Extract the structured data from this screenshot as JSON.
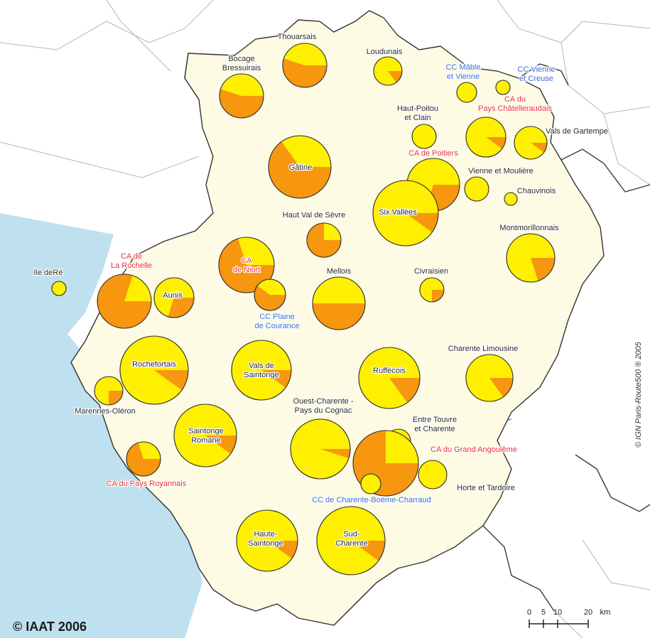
{
  "colors": {
    "sea": "#bfe0ee",
    "land": "#fdfbe4",
    "outside": "#ffffff",
    "border_dark": "#3a3a3a",
    "border_light": "#a8a8a8",
    "river": "#2f7fd8",
    "pie_main": "#ffef00",
    "pie_part": "#f7960f",
    "label_dark": "#2b2b2b",
    "label_red": "#e8303a",
    "label_blue": "#3d6fd1"
  },
  "credit": "© IAAT 2006",
  "source": "© IGN Paris-Route500 ® 2005",
  "scale": {
    "ticks": [
      "0",
      "5",
      "10",
      "20"
    ],
    "unit": "km"
  },
  "pie_legend": [
    "pie_main",
    "pie_part"
  ],
  "territories": [
    {
      "id": "thouarsais",
      "label": "Thouarsais",
      "label_color": "dark",
      "share": 0.55
    },
    {
      "id": "bocage-bressuirais",
      "label": "Bocage\nBressuirais",
      "label_color": "dark",
      "share": 0.55
    },
    {
      "id": "loudunais",
      "label": "Loudunais",
      "label_color": "dark",
      "share": 0.15
    },
    {
      "id": "cc-mable-et-vienne",
      "label": "CC Mâble\net Vienne",
      "label_color": "blue",
      "share": 0.0
    },
    {
      "id": "cc-vienne-et-creuse",
      "label": "CC Vienne\net Creuse",
      "label_color": "blue",
      "share": 0.0
    },
    {
      "id": "ca-pays-chatelleraudais",
      "label": "CA du\nPays Châtelleraudais",
      "label_color": "red",
      "share": 0.1
    },
    {
      "id": "haut-poitou-et-clain",
      "label": "Haut-Poitou\net Clain",
      "label_color": "dark",
      "share": 0.0
    },
    {
      "id": "vals-de-gartempe",
      "label": "Vals de Gartempe",
      "label_color": "dark",
      "share": 0.1
    },
    {
      "id": "gatine",
      "label": "Gâtine",
      "label_color": "dark",
      "share": 0.65
    },
    {
      "id": "ca-de-poitiers",
      "label": "CA de Poitiers",
      "label_color": "red",
      "share": 0.3
    },
    {
      "id": "vienne-et-mouliere",
      "label": "Vienne et Moulière",
      "label_color": "dark",
      "share": 0.0
    },
    {
      "id": "chauvinois",
      "label": "Chauvinois",
      "label_color": "dark",
      "share": 0.0
    },
    {
      "id": "six-vallees",
      "label": "Six Vallées",
      "label_color": "dark",
      "share": 0.1
    },
    {
      "id": "haut-val-de-sevre",
      "label": "Haut Val de Sèvre",
      "label_color": "dark",
      "share": 0.75
    },
    {
      "id": "montmorillonnais",
      "label": "Montmorillonnais",
      "label_color": "dark",
      "share": 0.2
    },
    {
      "id": "ca-de-la-rochelle",
      "label": "CA de\nLa Rochelle",
      "label_color": "red",
      "share": 0.8
    },
    {
      "id": "ca-de-niort",
      "label": "CA\nde Niort",
      "label_color": "red",
      "share": 0.7
    },
    {
      "id": "ile-de-re",
      "label": "Ile deRé",
      "label_color": "dark",
      "share": 0.0
    },
    {
      "id": "aunis",
      "label": "Aunis",
      "label_color": "dark",
      "share": 0.3
    },
    {
      "id": "mellois",
      "label": "Mellois",
      "label_color": "dark",
      "share": 0.5
    },
    {
      "id": "civraisien",
      "label": "Civraisien",
      "label_color": "dark",
      "share": 0.25
    },
    {
      "id": "cc-plaine-de-courance",
      "label": "CC Plaine\nde Courance",
      "label_color": "blue",
      "share": 0.6
    },
    {
      "id": "rochefortais",
      "label": "Rochefortais",
      "label_color": "dark",
      "share": 0.1
    },
    {
      "id": "vals-de-saintonge",
      "label": "Vals de\nSaintonge",
      "label_color": "dark",
      "share": 0.1
    },
    {
      "id": "ruffecois",
      "label": "Ruffécois",
      "label_color": "dark",
      "share": 0.15
    },
    {
      "id": "charente-limousine",
      "label": "Charente Limousine",
      "label_color": "dark",
      "share": 0.15
    },
    {
      "id": "marennes-oleron",
      "label": "Marennes-Oléron",
      "label_color": "dark",
      "share": 0.25
    },
    {
      "id": "ouest-charente",
      "label": "Ouest-Charente -\nPays du Cognac",
      "label_color": "dark",
      "share": 0.05
    },
    {
      "id": "entre-touvre-et-charente",
      "label": "Entre Touvre\net Charente",
      "label_color": "dark",
      "share": 0.0
    },
    {
      "id": "saintonge-romane",
      "label": "Saintonge\nRomane",
      "label_color": "dark",
      "share": 0.1
    },
    {
      "id": "ca-grand-angouleme",
      "label": "CA du Grand Angoulême",
      "label_color": "red",
      "share": 0.75
    },
    {
      "id": "horte-et-tardoire",
      "label": "Horte et Tardoire",
      "label_color": "dark",
      "share": 0.0
    },
    {
      "id": "cc-charente-boeme-charraud",
      "label": "CC de Charente-Boëme-Charraud",
      "label_color": "blue",
      "share": 0.0
    },
    {
      "id": "ca-pays-royannais",
      "label": "CA du Pays Royannais",
      "label_color": "red",
      "share": 0.7
    },
    {
      "id": "haute-saintonge",
      "label": "Haute-\nSaintonge",
      "label_color": "dark",
      "share": 0.1
    },
    {
      "id": "sud-charente",
      "label": "Sud-\nCharente",
      "label_color": "dark",
      "share": 0.1
    }
  ]
}
